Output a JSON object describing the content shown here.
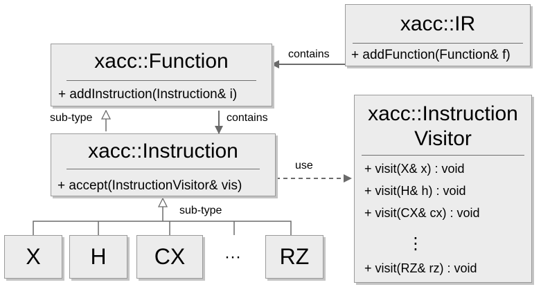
{
  "ir": {
    "title": "xacc::IR",
    "methods": [
      "+ addFunction(Function& f)"
    ]
  },
  "function": {
    "title": "xacc::Function",
    "methods": [
      "+ addInstruction(Instruction& i)"
    ]
  },
  "instruction": {
    "title": "xacc::Instruction",
    "methods": [
      "+ accept(InstructionVisitor& vis)"
    ]
  },
  "visitor": {
    "title_line1": "xacc::Instruction",
    "title_line2": "Visitor",
    "methods": [
      "+ visit(X& x) : void",
      "+ visit(H& h) : void",
      "+ visit(CX& cx) : void",
      "+ visit(RZ& rz) : void"
    ],
    "ellipsis": "⋮"
  },
  "gates": [
    "X",
    "H",
    "CX",
    "RZ"
  ],
  "gates_ellipsis": "···",
  "labels": {
    "contains_ir": "contains",
    "subtype_function": "sub-type",
    "contains_function": "contains",
    "use": "use",
    "subtype_gates": "sub-type"
  }
}
